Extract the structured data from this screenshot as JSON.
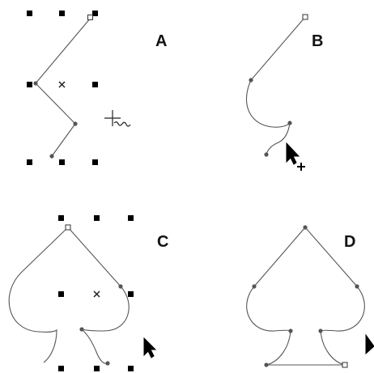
{
  "panels": {
    "a": {
      "label": "A"
    },
    "b": {
      "label": "B"
    },
    "c": {
      "label": "C"
    },
    "d": {
      "label": "D"
    }
  },
  "icons": {
    "selection_handle": "filled-square",
    "center_marker": "x-cross",
    "anchor_node": "filled-circle",
    "endpoint_node": "hollow-square",
    "pointer": "arrow-cursor",
    "pen_tool": "pen-tool-cursor",
    "add_node": "plus-sign"
  },
  "colors": {
    "background": "#ffffff",
    "stroke": "#555555",
    "handle": "#000000",
    "label": "#111111"
  }
}
